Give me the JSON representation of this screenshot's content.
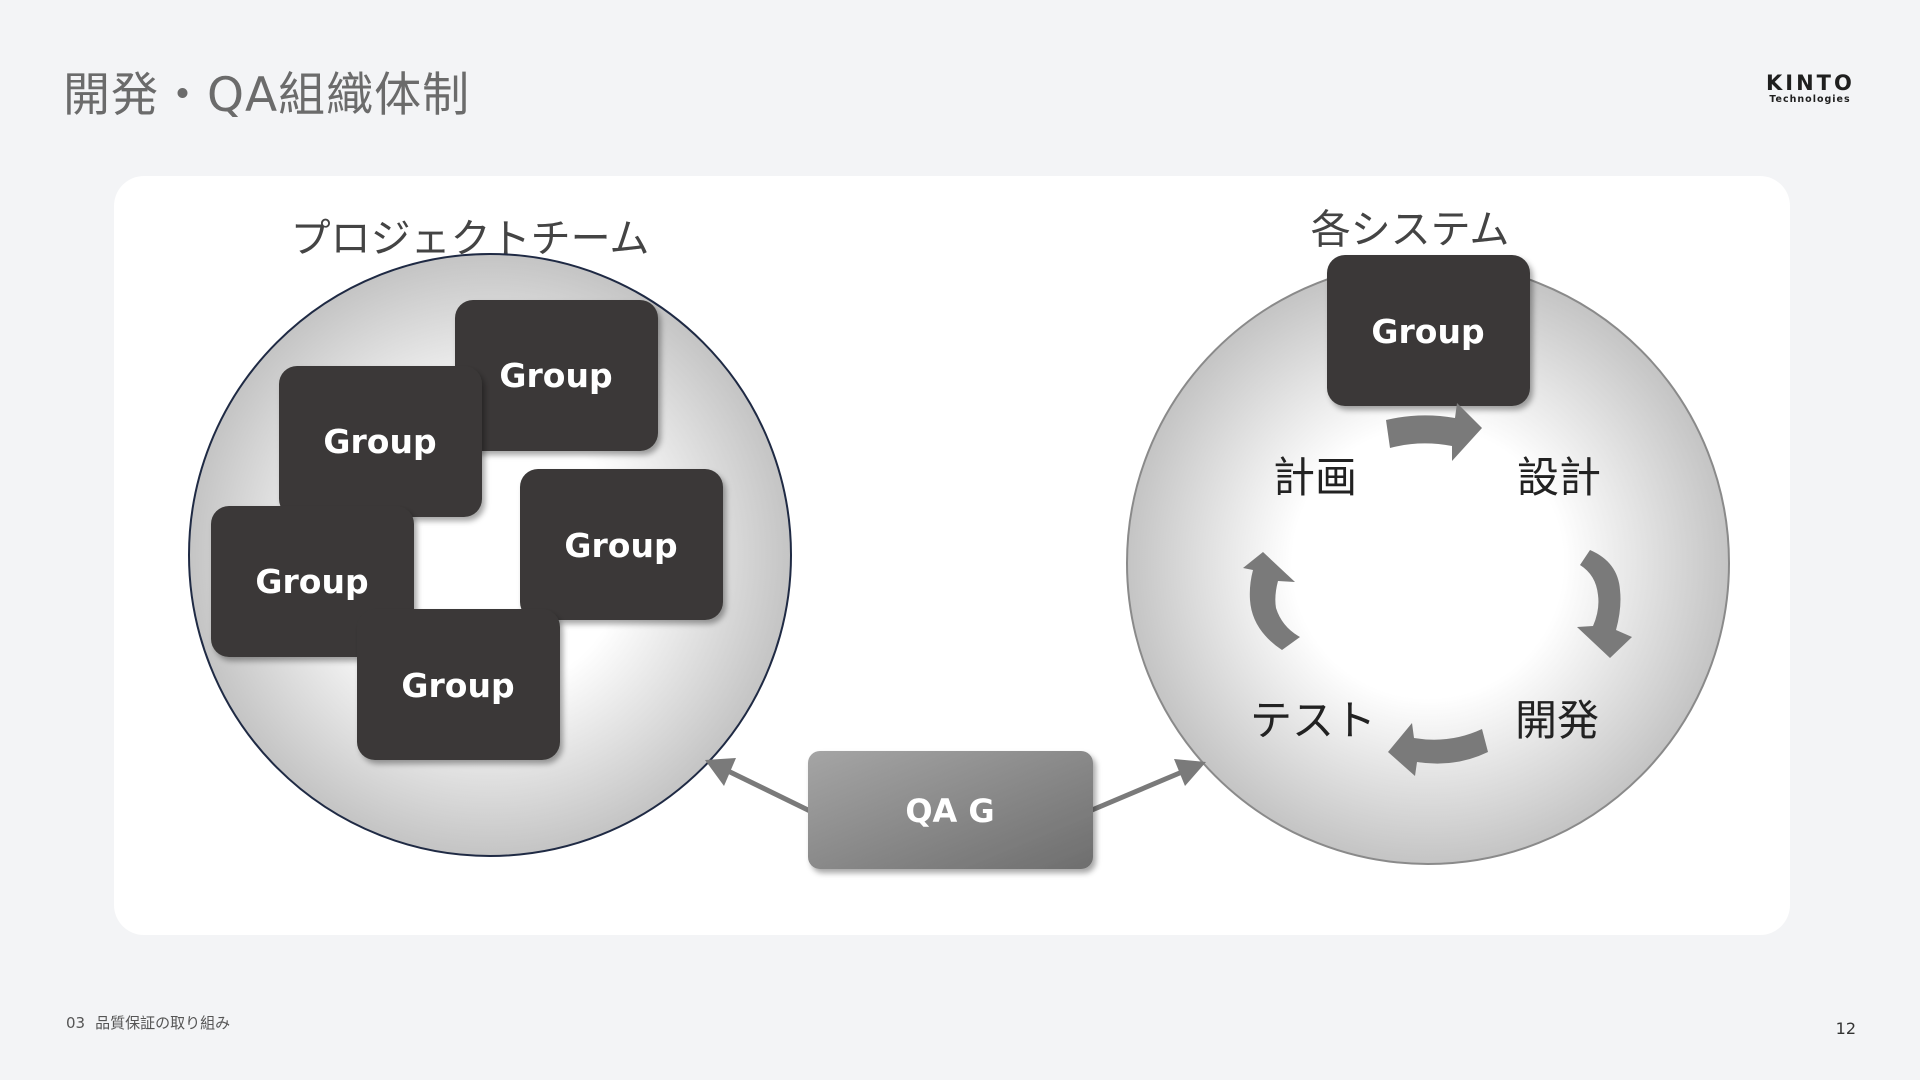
{
  "slide": {
    "title": "開発・QA組織体制",
    "section_number": "03",
    "section_title": "品質保証の取り組み",
    "page_number": "12"
  },
  "logo": {
    "main": "KINTO",
    "sub": "Technologies"
  },
  "diagram": {
    "project_team": {
      "title": "プロジェクトチーム",
      "groups": [
        "Group",
        "Group",
        "Group",
        "Group",
        "Group"
      ]
    },
    "systems": {
      "title": "各システム",
      "group": "Group",
      "cycle": [
        "計画",
        "設計",
        "開発",
        "テスト"
      ]
    },
    "qa": {
      "label": "QA G"
    }
  },
  "colors": {
    "background": "#f3f4f6",
    "panel": "#ffffff",
    "group_box": "#3a3938",
    "qa_box": "#7f7f7f",
    "arrow": "#7a7a7a",
    "circle_left_outline": "#1f2a44",
    "circle_right_outline": "#8a8a8a"
  }
}
